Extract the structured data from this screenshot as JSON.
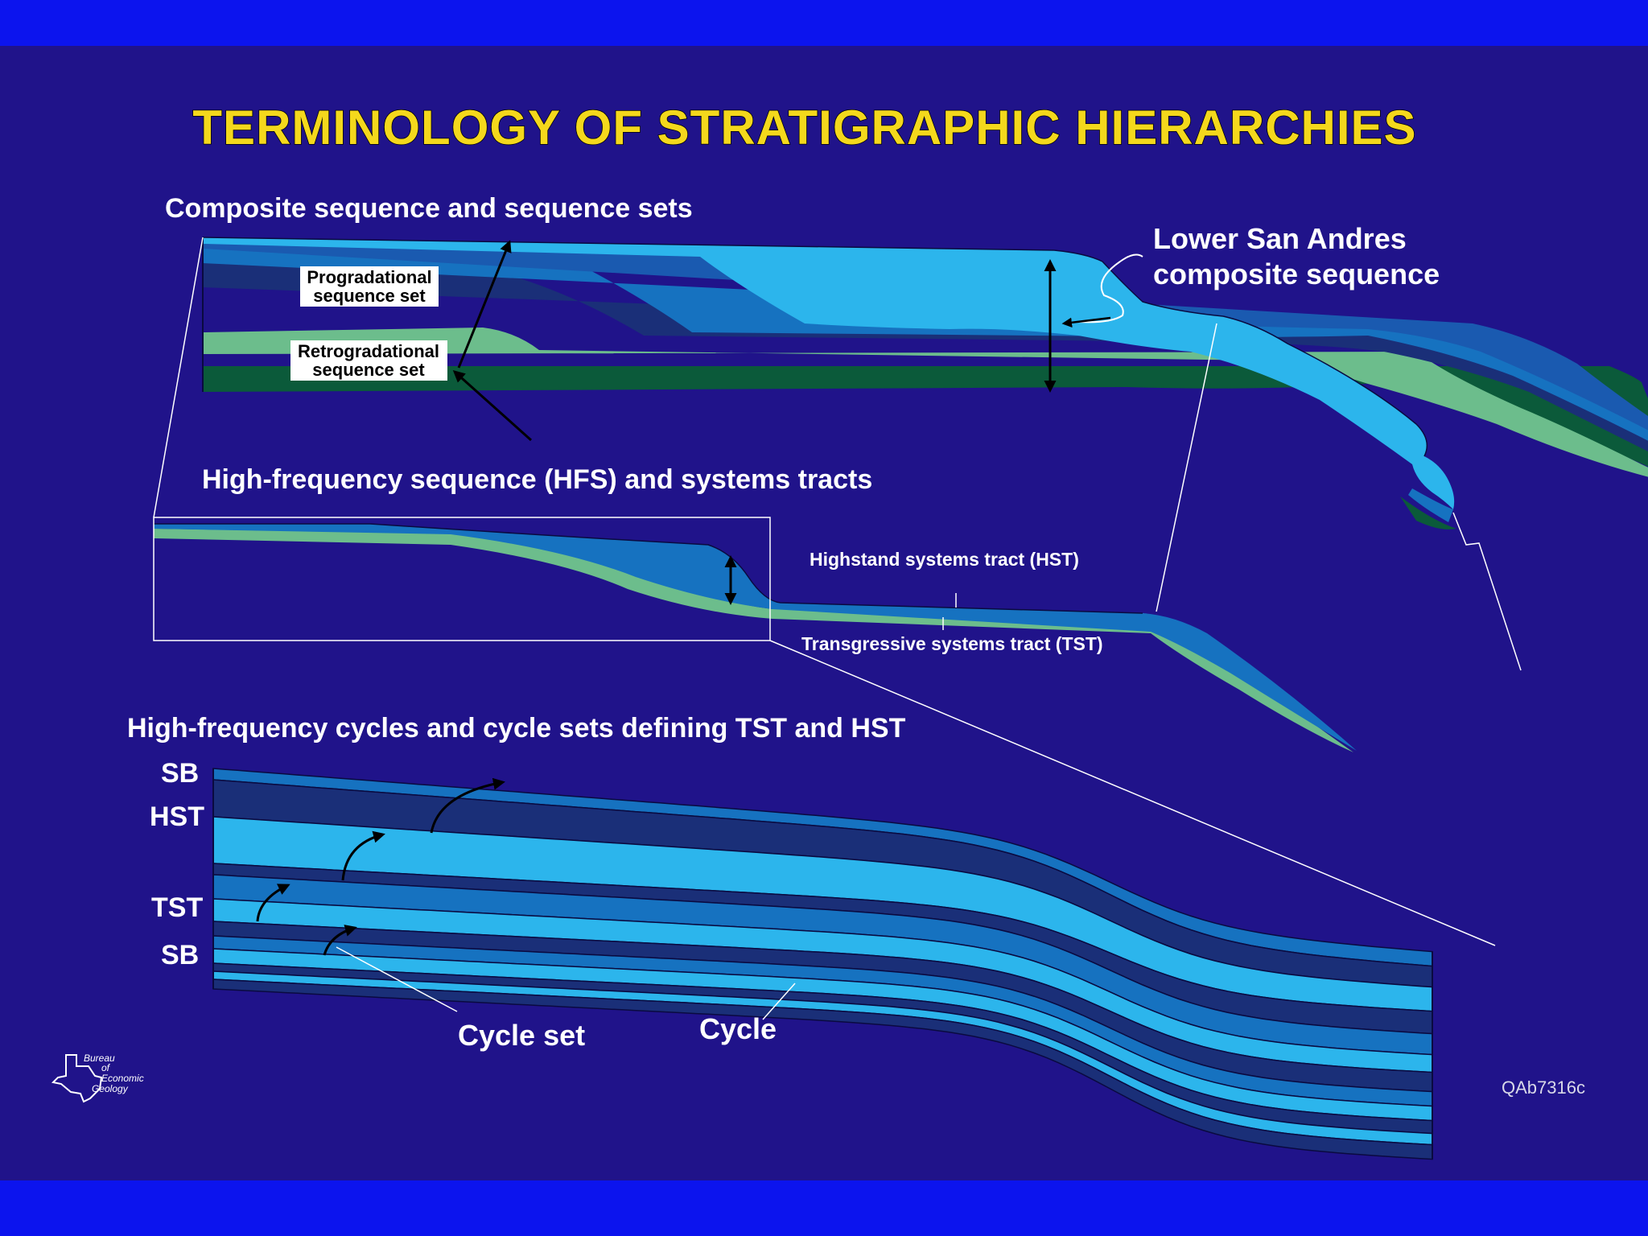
{
  "title": "TERMINOLOGY OF STRATIGRAPHIC HIERARCHIES",
  "composite": {
    "heading": "Composite sequence and sequence sets",
    "label_line1": "Lower San Andres",
    "label_line2": "composite sequence",
    "progradational_line1": "Progradational",
    "progradational_line2": "sequence set",
    "retrogradational_line1": "Retrogradational",
    "retrogradational_line2": "sequence set"
  },
  "hfs": {
    "heading": "High-frequency sequence (HFS) and systems tracts",
    "hst_label": "Highstand systems tract (HST)",
    "tst_label": "Transgressive systems tract (TST)"
  },
  "cycles": {
    "heading": "High-frequency cycles and cycle sets defining TST and HST",
    "side_labels": [
      "SB",
      "HST",
      "TST",
      "SB"
    ],
    "cycle_set_label": "Cycle set",
    "cycle_label": "Cycle"
  },
  "logo": {
    "line1": "Bureau",
    "line2": "of",
    "line3": "Economic",
    "line4": "Geology"
  },
  "figure_code": "QAb7316c",
  "colors": {
    "background": "#20138a",
    "band": "#0c14ee",
    "title": "#f4d81c",
    "light_blue": "#2cb5ec",
    "mid_blue": "#1672c0",
    "dark_blue": "#1a2f78",
    "light_green": "#6cbd8c",
    "dark_green": "#0b5a3a"
  }
}
